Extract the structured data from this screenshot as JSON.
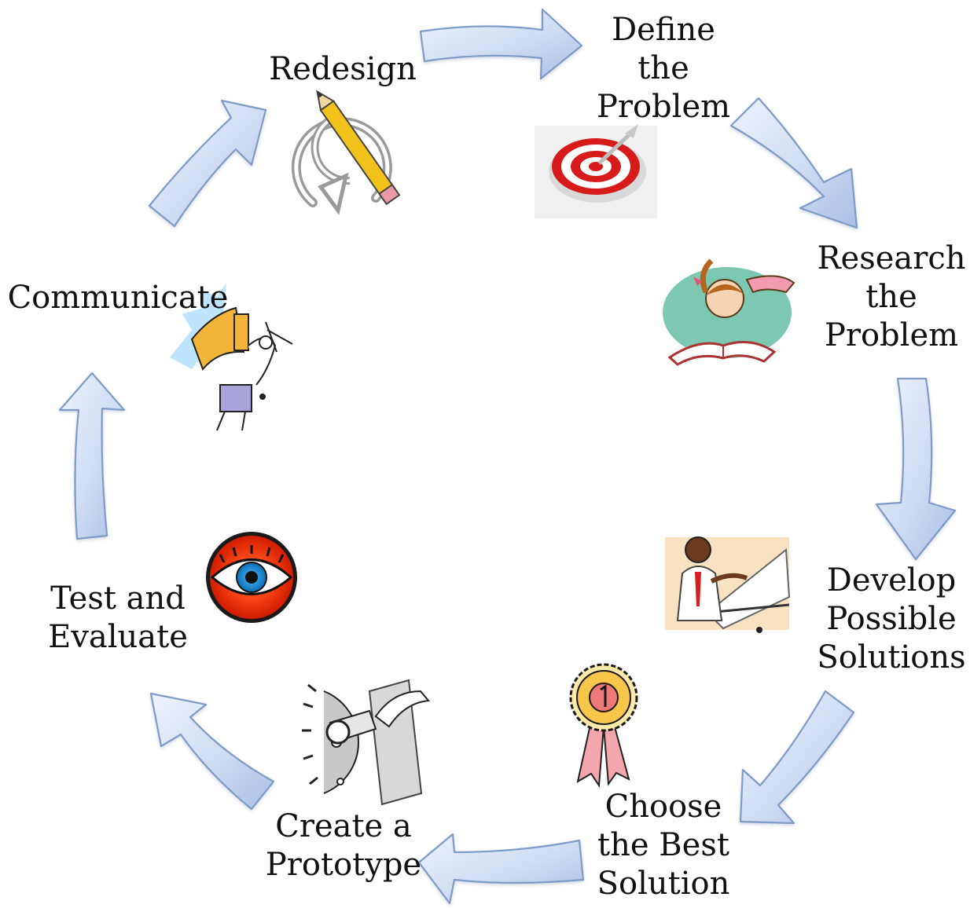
{
  "diagram": {
    "type": "cycle",
    "direction": "clockwise",
    "arrow_color": "#c7d7f2",
    "arrow_outline": "#7f9bc8",
    "steps": [
      {
        "label": "Define\nthe\nProblem",
        "icon": "target-icon"
      },
      {
        "label": "Research\nthe\nProblem",
        "icon": "reading-girl-icon"
      },
      {
        "label": "Develop\nPossible\nSolutions",
        "icon": "engineer-drafting-icon"
      },
      {
        "label": "Choose\nthe Best\nSolution",
        "icon": "award-ribbon-icon"
      },
      {
        "label": "Create a\nPrototype",
        "icon": "wrench-gear-icon"
      },
      {
        "label": "Test and\nEvaluate",
        "icon": "eye-icon"
      },
      {
        "label": "Communicate",
        "icon": "megaphone-icon"
      },
      {
        "label": "Redesign",
        "icon": "pencil-cycle-icon"
      }
    ]
  }
}
